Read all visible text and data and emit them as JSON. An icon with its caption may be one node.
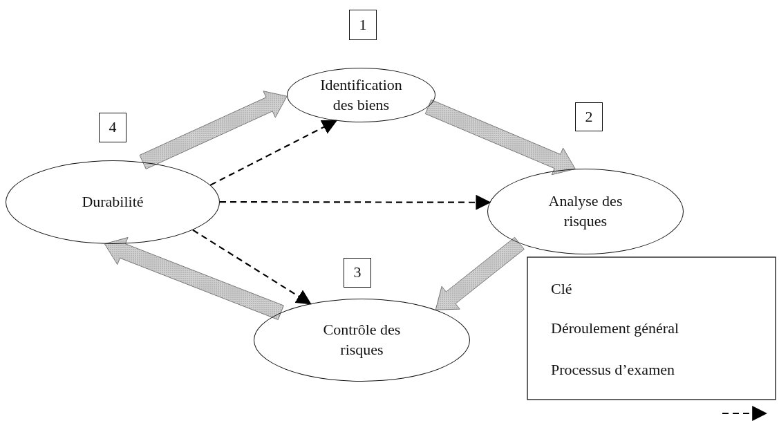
{
  "diagram": {
    "nodes": [
      {
        "text": [
          "1"
        ]
      },
      {
        "text": [
          "4"
        ]
      },
      {
        "text": [
          "Identification des biens"
        ]
      },
      {
        "text": [
          "2"
        ]
      },
      {
        "text": [
          "Durabilité"
        ]
      },
      {
        "text": [
          "Analyse des risques"
        ]
      },
      {
        "text": [
          "3"
        ]
      },
      {
        "text": [
          "Contrôle des risques"
        ]
      }
    ],
    "edges": [
      {
        "from": 4,
        "to": 2,
        "arrow": "to",
        "style": "thick"
      },
      {
        "from": 2,
        "to": 5,
        "arrow": "to",
        "style": "thick"
      },
      {
        "from": 5,
        "to": 7,
        "arrow": "to",
        "style": "thick"
      },
      {
        "from": 7,
        "to": 4,
        "arrow": "to",
        "style": "thick"
      },
      {
        "from": 4,
        "to": 2,
        "arrow": "to",
        "style": "dashed"
      },
      {
        "from": 4,
        "to": 5,
        "arrow": "to",
        "style": "dashed"
      },
      {
        "from": 4,
        "to": 7,
        "arrow": "to",
        "style": "dashed"
      }
    ],
    "labels": [
      "Clé"
    ],
    "legend": [
      {
        "text": "Déroulement général"
      },
      {
        "text": "Processus d’examen"
      }
    ]
  }
}
